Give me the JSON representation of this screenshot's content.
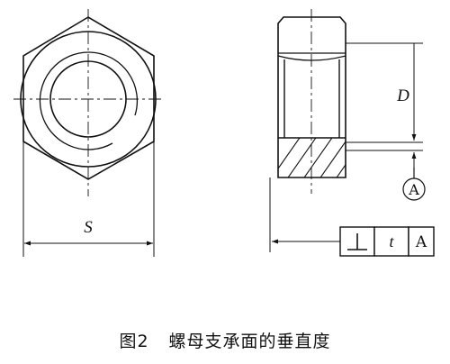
{
  "labels": {
    "width_across_flats": "S",
    "depth": "D",
    "datum": "A"
  },
  "feature_control_frame": {
    "symbol": "⊥",
    "tolerance": "t",
    "datum": "A"
  },
  "caption": {
    "figure_number": "图2",
    "title": "螺母支承面的垂直度"
  }
}
